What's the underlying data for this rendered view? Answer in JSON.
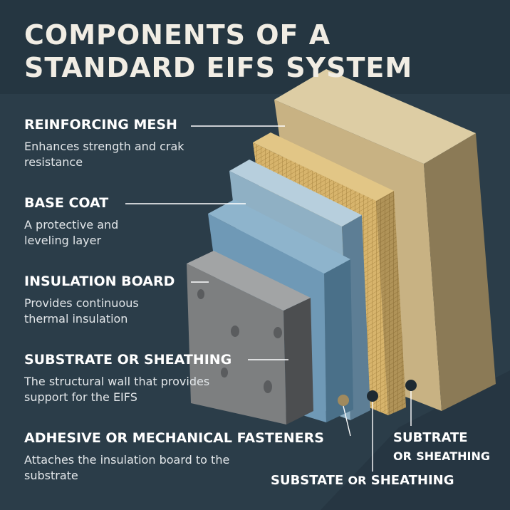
{
  "title": {
    "line1": "COMPONENTS OF A",
    "line2": "STANDARD EIFS SYSTEM"
  },
  "components": [
    {
      "heading": "REINFORCING MESH",
      "description": "Enhances strength and crak resistance"
    },
    {
      "heading": "BASE COAT",
      "description": "A protective and leveling layer"
    },
    {
      "heading": "INSULATION BOARD",
      "description": "Provides continuous thermal insulation"
    },
    {
      "heading": "SUBSTRATE OR SHEATHING",
      "description": "The structural wall that provides support for the EIFS"
    },
    {
      "heading": "ADHESIVE OR MECHANICAL FASTENERS",
      "description": "Attaches the insulation board to the substrate"
    }
  ],
  "bottom_labels": {
    "right": {
      "word1": "SUBTRATE",
      "word2": "OR",
      "word3": "SHEATHING"
    },
    "bottom": {
      "word1": "SUBSTATE",
      "word2": "OR",
      "word3": "SHEATHING"
    }
  },
  "colors": {
    "background": "#2b3d49",
    "finish_coat": "#c8b283",
    "mesh": "#d7b46c",
    "base_coat": "#8fb0c4",
    "insulation_board": "#6f99b6",
    "substrate": "#7d7f80"
  }
}
